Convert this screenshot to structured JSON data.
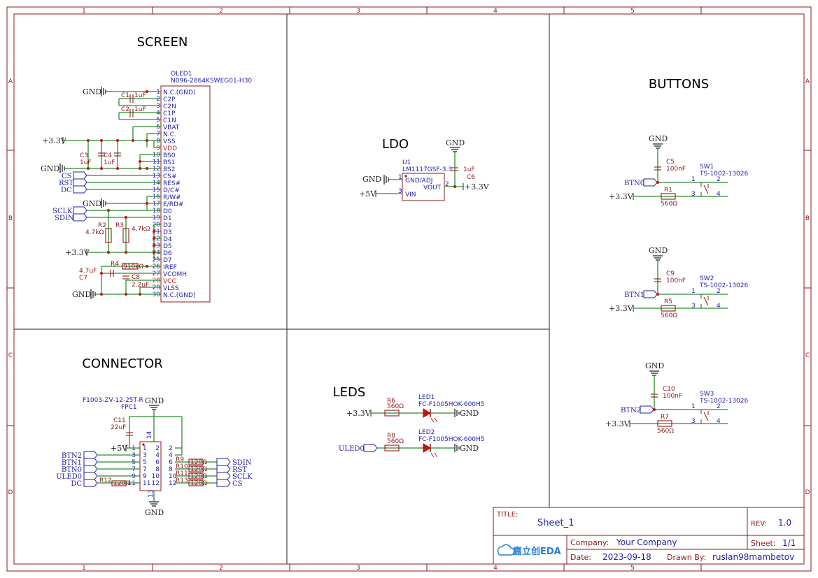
{
  "border": {
    "col_labels": [
      "1",
      "2",
      "3",
      "4",
      "5"
    ],
    "row_labels": [
      "A",
      "B",
      "C",
      "D"
    ]
  },
  "sections": {
    "screen": "SCREEN",
    "ldo": "LDO",
    "buttons": "BUTTONS",
    "connector": "CONNECTOR",
    "leds": "LEDS"
  },
  "screen": {
    "ref": "OLED1",
    "part": "N096-2864KSWEG01-H30",
    "pins": [
      {
        "n": "1",
        "name": "N.C.(GND)"
      },
      {
        "n": "2",
        "name": "C2P"
      },
      {
        "n": "3",
        "name": "C2N"
      },
      {
        "n": "4",
        "name": "C1P"
      },
      {
        "n": "5",
        "name": "C1N"
      },
      {
        "n": "6",
        "name": "VBAT"
      },
      {
        "n": "7",
        "name": "N.C."
      },
      {
        "n": "8",
        "name": "VSS"
      },
      {
        "n": "9",
        "name": "VDD"
      },
      {
        "n": "10",
        "name": "BS0"
      },
      {
        "n": "11",
        "name": "BS1"
      },
      {
        "n": "12",
        "name": "BS2"
      },
      {
        "n": "13",
        "name": "CS#"
      },
      {
        "n": "14",
        "name": "RES#"
      },
      {
        "n": "15",
        "name": "D/C#"
      },
      {
        "n": "16",
        "name": "R/W#"
      },
      {
        "n": "17",
        "name": "E/RD#"
      },
      {
        "n": "18",
        "name": "D0"
      },
      {
        "n": "19",
        "name": "D1"
      },
      {
        "n": "20",
        "name": "D2"
      },
      {
        "n": "21",
        "name": "D3"
      },
      {
        "n": "22",
        "name": "D4"
      },
      {
        "n": "23",
        "name": "D5"
      },
      {
        "n": "24",
        "name": "D6"
      },
      {
        "n": "25",
        "name": "D7"
      },
      {
        "n": "26",
        "name": "IREF"
      },
      {
        "n": "27",
        "name": "VCOMH"
      },
      {
        "n": "28",
        "name": "VCC"
      },
      {
        "n": "29",
        "name": "VLSS"
      },
      {
        "n": "30",
        "name": "N.C.(GND)"
      }
    ],
    "c1": "C1",
    "c1v": "1uF",
    "c2": "C2",
    "c2v": "1uF",
    "c3": "C3",
    "c3v": "1uF",
    "c4": "C4",
    "c4v": "1uF",
    "r2": "R2",
    "r2v": "4.7kΩ",
    "r3": "R3",
    "r3v": "4.7kΩ",
    "r4": "R4",
    "r4v": "910kΩ",
    "c7": "C7",
    "c7v": "4.7uF",
    "c8": "C8",
    "c8v": "2.2uF",
    "gnd": "GND",
    "v33": "+3.3V",
    "cs": "CS",
    "rst": "RST",
    "dc": "DC",
    "sclk": "SCLK",
    "sdin": "SDIN"
  },
  "ldo": {
    "ref": "U1",
    "part": "LM1117GSF-3.3",
    "pin1": "1",
    "pin2": "2",
    "pin3": "3",
    "gnd_adj": "GND/ADJ",
    "vout": "VOUT",
    "vin": "VIN",
    "c6": "C6",
    "c6v": "1uF",
    "gnd": "GND",
    "v5": "+5V",
    "v33": "+3.3V"
  },
  "buttons": [
    {
      "gnd": "GND",
      "c": "C5",
      "cv": "100nF",
      "sw": "SW1",
      "swpart": "TS-1002-13026",
      "net": "BTN0",
      "r": "R1",
      "rv": "560Ω",
      "v": "+3.3V"
    },
    {
      "gnd": "GND",
      "c": "C9",
      "cv": "100nF",
      "sw": "SW2",
      "swpart": "TS-1002-13026",
      "net": "BTN1",
      "r": "R5",
      "rv": "560Ω",
      "v": "+3.3V"
    },
    {
      "gnd": "GND",
      "c": "C10",
      "cv": "100nF",
      "sw": "SW3",
      "swpart": "TS-1002-13026",
      "net": "BTN2",
      "r": "R7",
      "rv": "560Ω",
      "v": "+3.3V"
    }
  ],
  "sw_pins": [
    "1",
    "2",
    "3",
    "4"
  ],
  "connector": {
    "part": "F1003-ZV-12-25T-R",
    "ref": "FPC1",
    "c11": "C11",
    "c11v": "22uF",
    "gnd": "GND",
    "v5": "+5V",
    "left_nets": [
      "BTN2",
      "BTN1",
      "BTN0",
      "ULED0",
      "DC"
    ],
    "right_nets": [
      "SDIN",
      "RST",
      "SCLK",
      "CS"
    ],
    "r12": "R12",
    "r12v": "120Ω",
    "r9": "R9",
    "r10": "R10",
    "r11": "R11",
    "r13": "R13",
    "rv": "120Ω",
    "pins_left": [
      "1",
      "3",
      "5",
      "7",
      "9",
      "11"
    ],
    "pins_right": [
      "2",
      "4",
      "6",
      "8",
      "10",
      "12"
    ],
    "pin13": "13",
    "pin14": "14"
  },
  "leds": {
    "v33": "+3.3V",
    "uled": "ULED0",
    "r6": "R6",
    "r6v": "560Ω",
    "r8": "R8",
    "r8v": "560Ω",
    "led1": "LED1",
    "led2": "LED2",
    "ledpart": "FC-F1005HOK-600H5",
    "gnd": "GND"
  },
  "titleblock": {
    "title_label": "TITLE:",
    "title": "Sheet_1",
    "rev_label": "REV:",
    "rev": "1.0",
    "company_label": "Company:",
    "company": "Your Company",
    "sheet_label": "Sheet:",
    "sheet": "1/1",
    "date_label": "Date:",
    "date": "2023-09-18",
    "drawn_label": "Drawn By:",
    "drawn": "ruslan98mambetov",
    "logo": "嘉立创EDA"
  },
  "colors": {
    "border": "#8b1a1a",
    "wire": "#2e8b2e",
    "net_label": "#1f1fa8",
    "pin_red": "#cc2222"
  }
}
